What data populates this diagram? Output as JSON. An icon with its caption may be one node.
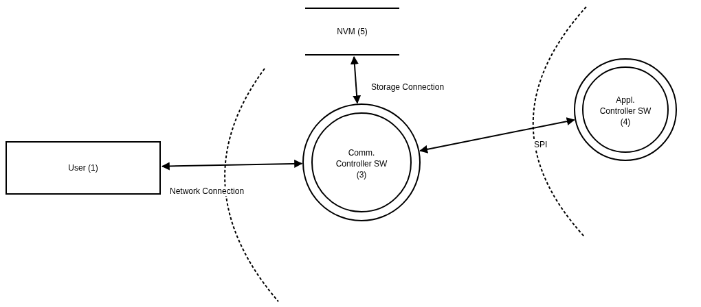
{
  "diagram": {
    "nodes": [
      {
        "text": [
          "User (1)"
        ]
      },
      {
        "text": [
          "NVM (5)"
        ]
      },
      {
        "text": [
          "Comm. Controller SW (3)"
        ]
      },
      {
        "text": [
          "Appl. Controller SW (4)"
        ]
      }
    ],
    "edges": [
      {
        "from": 0,
        "to": 2,
        "arrow": "both",
        "label": "Network Connection"
      },
      {
        "from": 1,
        "to": 2,
        "arrow": "both",
        "label": "Storage Connection"
      },
      {
        "from": 2,
        "to": 3,
        "arrow": "both",
        "label": "SPI"
      }
    ]
  }
}
